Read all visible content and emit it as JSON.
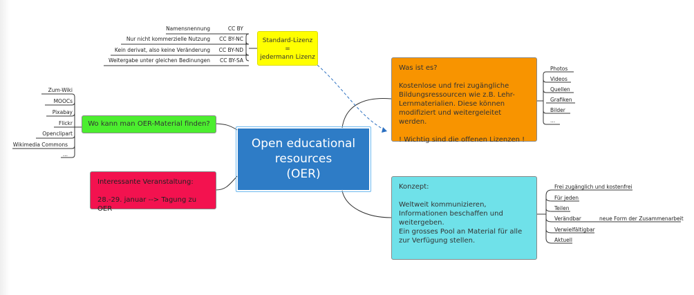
{
  "central": {
    "line1": "Open educational",
    "line2": "resources",
    "line3": "(OER)"
  },
  "license": {
    "title1": "Standard-Lizenz",
    "title2": "=",
    "title3": "jedermann Lizenz",
    "items": [
      {
        "desc": "Namensnennung",
        "code": "CC BY"
      },
      {
        "desc": "Nur nicht kommerzielle Nutzung",
        "code": "CC BY-NC"
      },
      {
        "desc": "Kein derivat, also keine Veränderung",
        "code": "CC BY-ND"
      },
      {
        "desc": "Weitergabe unter gleichen Bedinungen",
        "code": "CC BY-SA"
      }
    ]
  },
  "find": {
    "title": "Wo kann man OER-Material finden?",
    "items": [
      "Zum-Wiki",
      "MOOCs",
      "Pixabay",
      "Flickr",
      "Openclipart",
      "Wikimedia Commons",
      "..."
    ]
  },
  "event": {
    "line1": "Interessante Veranstaltung:",
    "line2": "28.-29. januar --> Tagung zu OER"
  },
  "what": {
    "line1": "Was ist es?",
    "line2": "Kostenlose und frei zugängliche Bildungsressourcen wie z.B. Lehr- Lernmaterialien. Diese können modifiziert und weitergeleitet werden.",
    "line3": "! Wichtig sind die offenen Lizenzen !",
    "items": [
      "Photos",
      "Videos",
      "Quellen",
      "Grafiken",
      "Bilder",
      "..."
    ]
  },
  "concept": {
    "line1": "Konzept:",
    "line2": "Weltweit kommunizieren, Informationen beschaffen und weitergeben.",
    "line3": "Ein grosses Pool an Material für alle zur Verfügung stellen.",
    "items": [
      "Frei zugänglich und kostenfrei",
      "Für jeden",
      "Teilen",
      "Verändbar",
      "Verwielfältigbar",
      "Aktuell"
    ],
    "sub": "neue Form der Zusammenarbeit"
  },
  "colors": {
    "central": "#2e7cc6",
    "yellow": "#ffff00",
    "green": "#4cee2f",
    "red": "#f3124f",
    "orange": "#f89400",
    "cyan": "#6fe1e9"
  }
}
